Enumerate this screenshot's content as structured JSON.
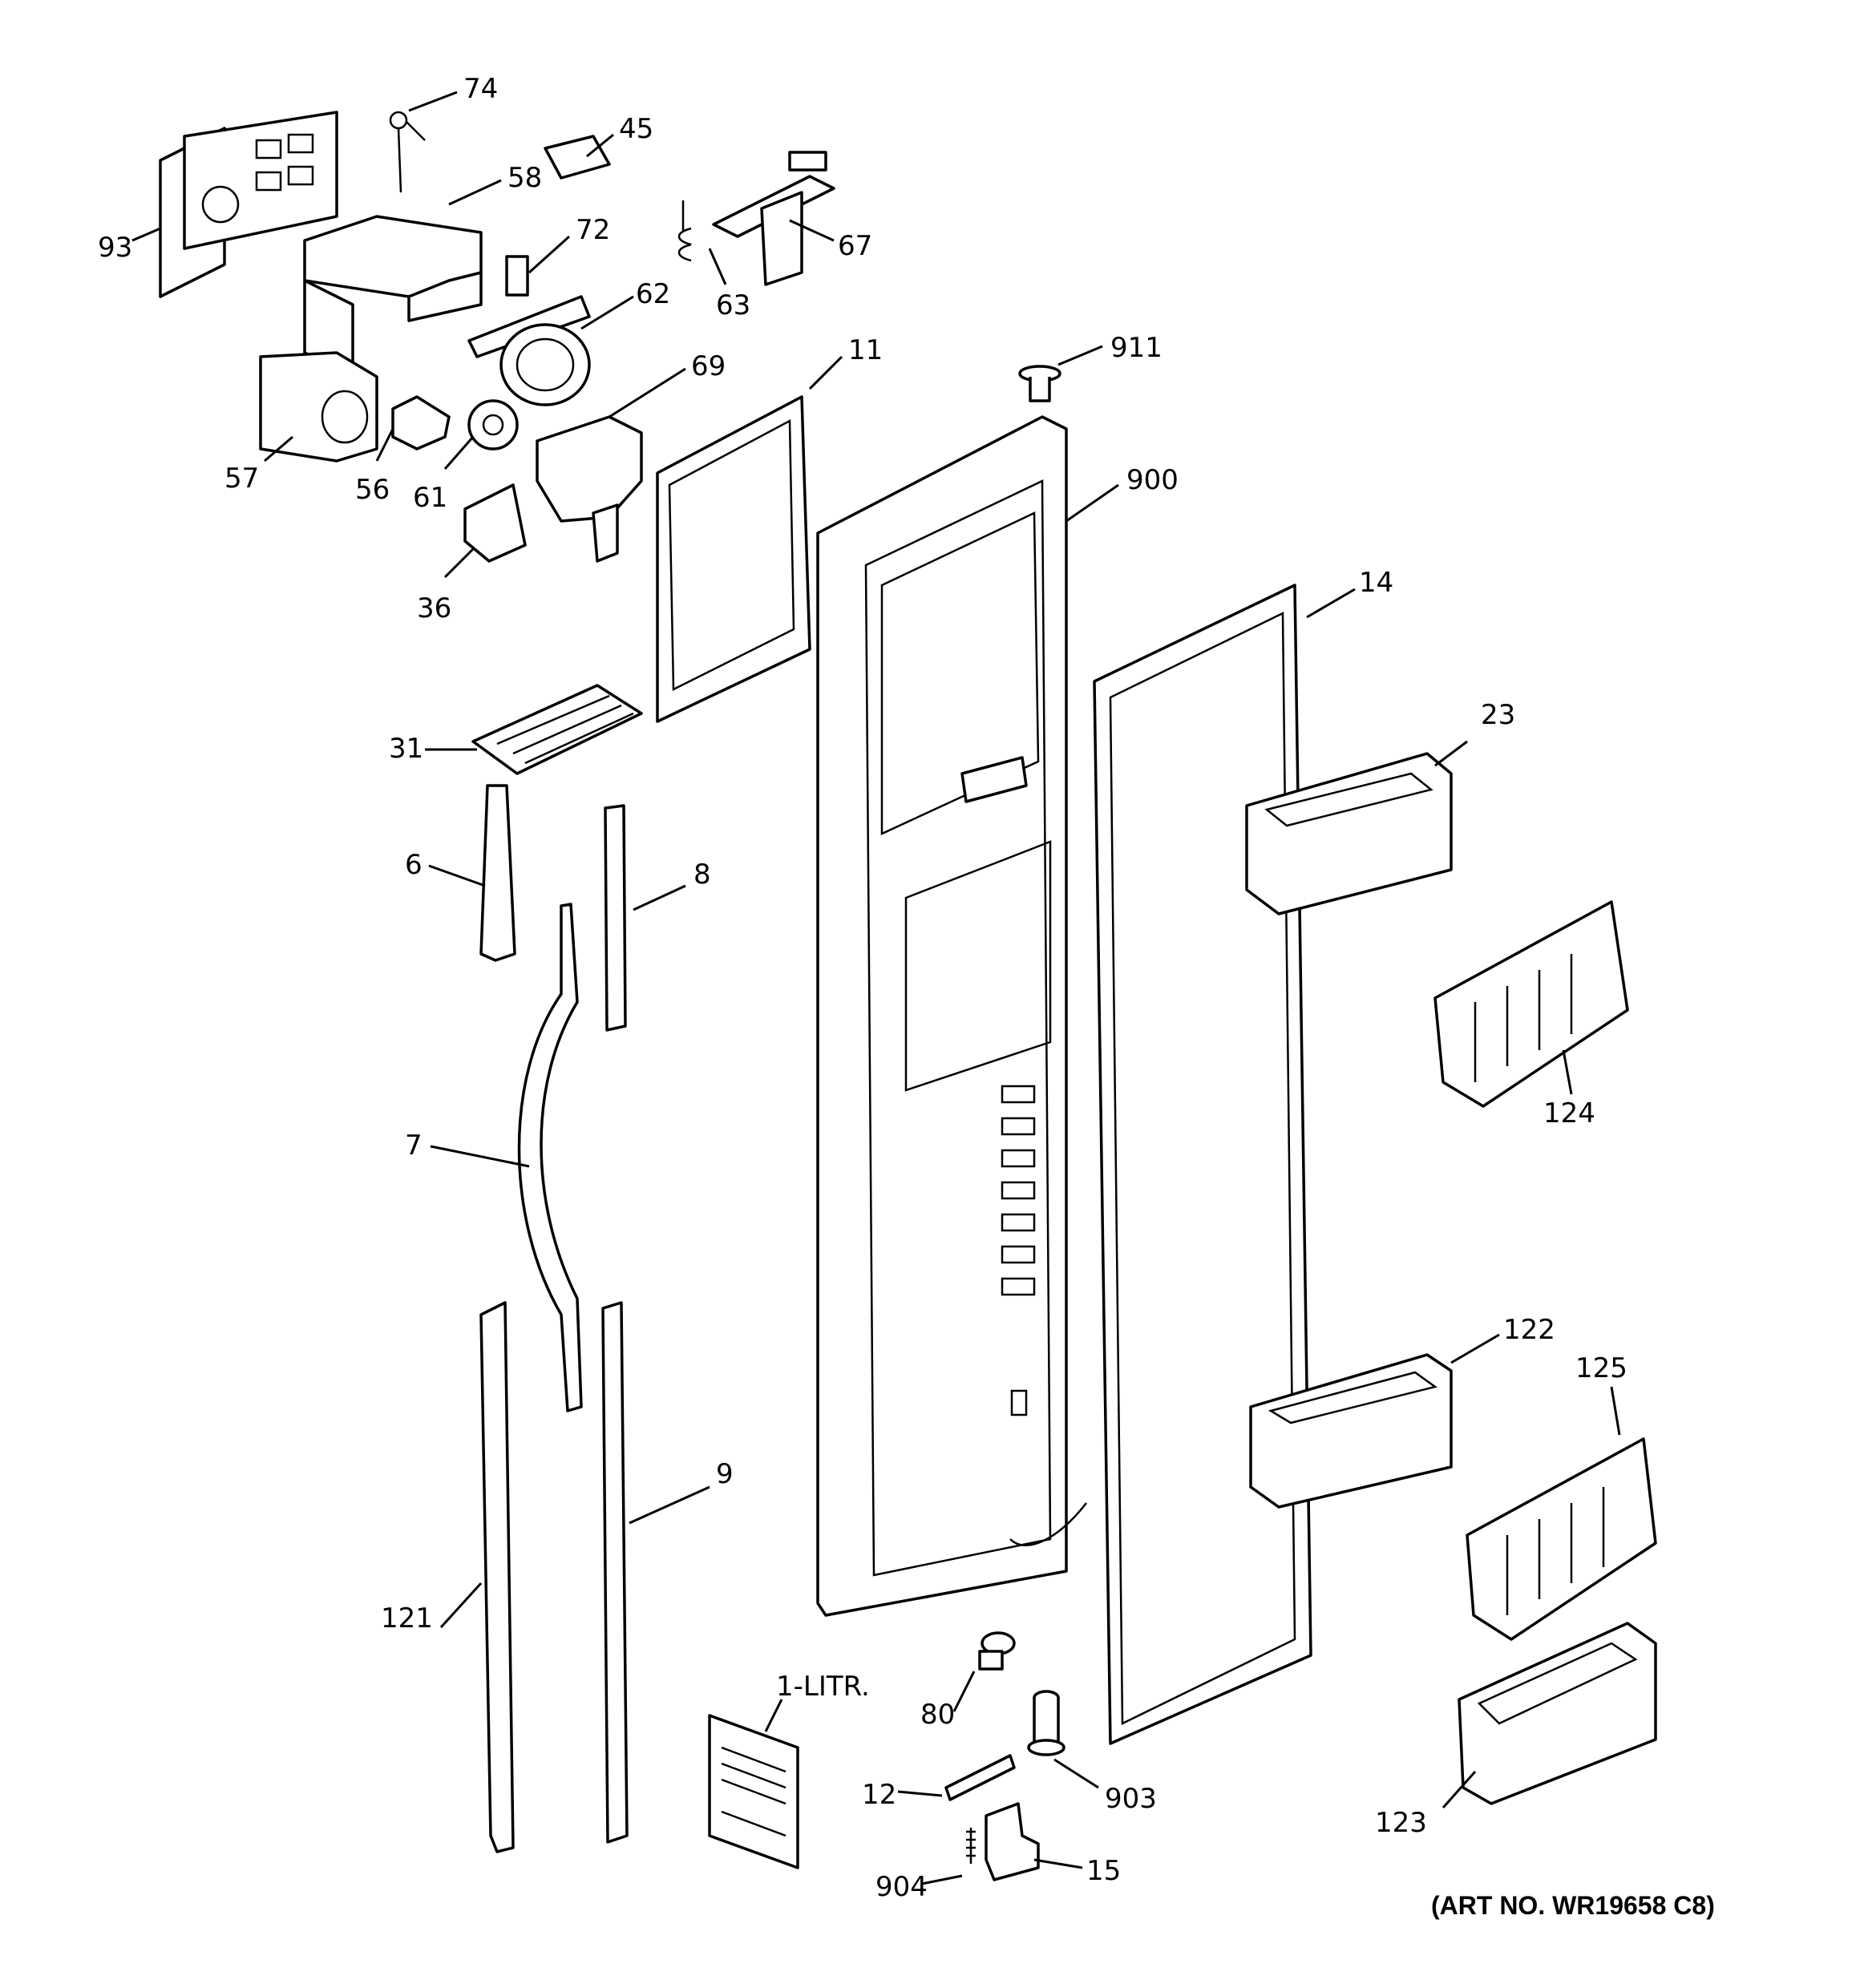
{
  "callouts": {
    "c93": "93",
    "c74": "74",
    "c45": "45",
    "c58": "58",
    "c72": "72",
    "c67": "67",
    "c63": "63",
    "c62": "62",
    "c69": "69",
    "c11": "11",
    "c911": "911",
    "c57": "57",
    "c56": "56",
    "c61": "61",
    "c36": "36",
    "c900": "900",
    "c14": "14",
    "c23": "23",
    "c31": "31",
    "c6": "6",
    "c8": "8",
    "c7": "7",
    "c124": "124",
    "c122": "122",
    "c125": "125",
    "c9": "9",
    "c121": "121",
    "c1litr": "1-LITR.",
    "c80": "80",
    "c12": "12",
    "c903": "903",
    "c123": "123",
    "c904": "904",
    "c15": "15"
  },
  "art_number": "(ART NO. WR19658 C8)"
}
